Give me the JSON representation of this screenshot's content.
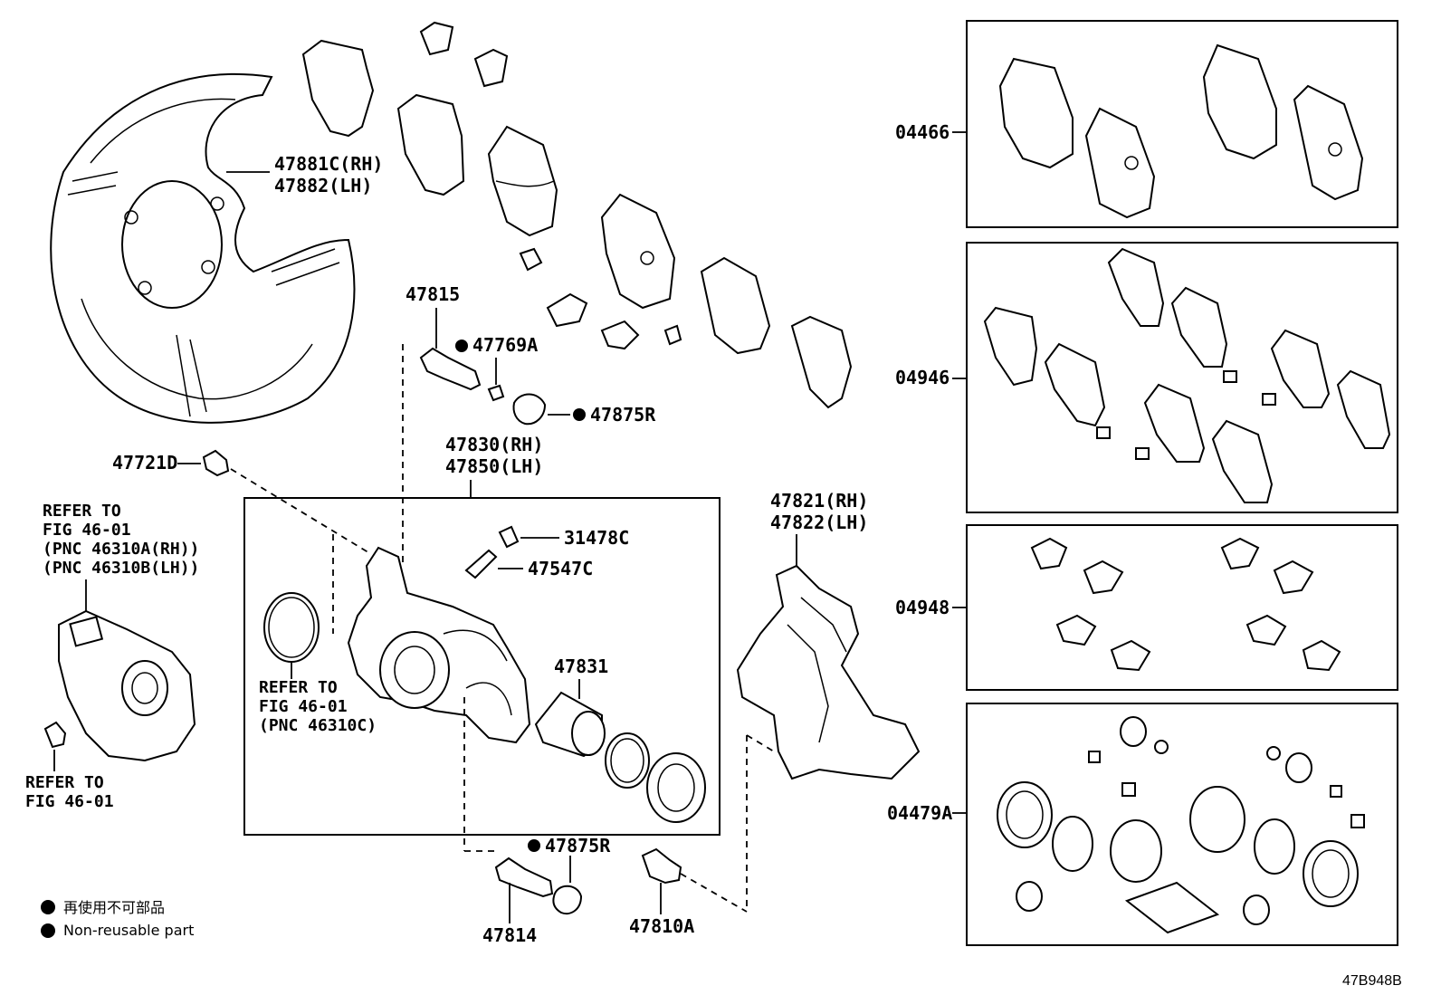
{
  "parts": {
    "p47881": {
      "line1": "47881C(RH)",
      "line2": "47882(LH)"
    },
    "p47815": "47815",
    "p47769": "47769A",
    "p47875_top": "47875R",
    "p47721": "47721D",
    "p47830": {
      "line1": "47830(RH)",
      "line2": "47850(LH)"
    },
    "p31478": "31478C",
    "p47547": "47547C",
    "p47831": "47831",
    "p47821": {
      "line1": "47821(RH)",
      "line2": "47822(LH)"
    },
    "p47875_bot": "47875R",
    "p47814": "47814",
    "p47810": "47810A"
  },
  "refs": {
    "motor": {
      "line1": "REFER TO",
      "line2": "FIG 46-01",
      "line3": "(PNC 46310A(RH))",
      "line4": "(PNC 46310B(LH))"
    },
    "seal": {
      "line1": "REFER TO",
      "line2": "FIG 46-01",
      "line3": "(PNC 46310C)"
    },
    "bolt": {
      "line1": "REFER TO",
      "line2": "FIG 46-01"
    }
  },
  "kits": {
    "k04466": "04466",
    "k04946": "04946",
    "k04948": "04948",
    "k04479": "04479A"
  },
  "legend": {
    "jp": "再使用不可部品",
    "en": "Non-reusable part"
  },
  "figure_code": "47B948B"
}
